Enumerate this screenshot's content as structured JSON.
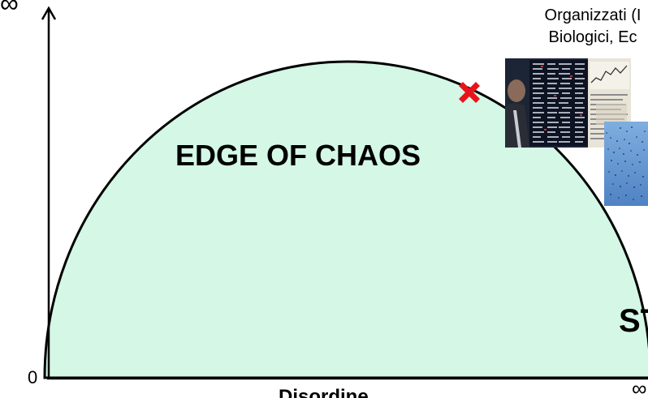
{
  "axes": {
    "y_top_label": "∞",
    "y_bottom_label": "0",
    "x_right_label": "∞",
    "x_axis_title": "Disordine"
  },
  "region": {
    "label": "EDGE OF CHAOS",
    "fill_color": "#d4f7e6",
    "right_label": "ST"
  },
  "caption": {
    "line1": "Organizzati (I",
    "line2": "Biologici, Ec"
  },
  "marker": {
    "color": "#e8141b"
  }
}
